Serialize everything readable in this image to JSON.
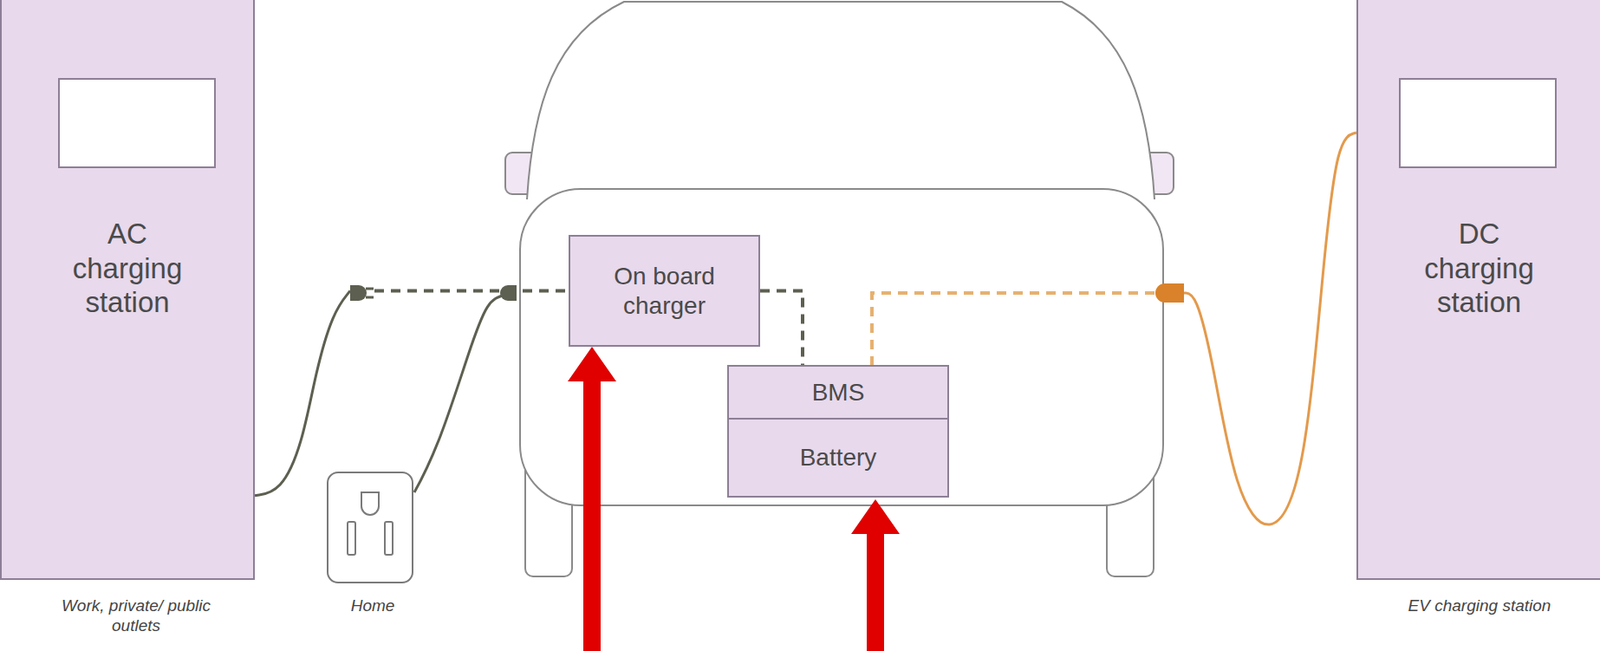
{
  "diagram": {
    "nodes": [
      {
        "text": [
          "AC charging station"
        ]
      },
      {
        "text": [
          "On board charger"
        ]
      },
      {
        "text": [
          "BMS"
        ]
      },
      {
        "text": [
          "Battery"
        ]
      },
      {
        "text": [
          "DC charging station"
        ]
      }
    ],
    "edges": [
      {
        "from": 0,
        "to": 1,
        "arrow": "none"
      },
      {
        "from": 1,
        "to": 2,
        "arrow": "none"
      },
      {
        "from": 4,
        "to": 2,
        "arrow": "none"
      }
    ],
    "labels": [
      "Work, private/ public outlets",
      "Home",
      "EV charging station"
    ]
  }
}
